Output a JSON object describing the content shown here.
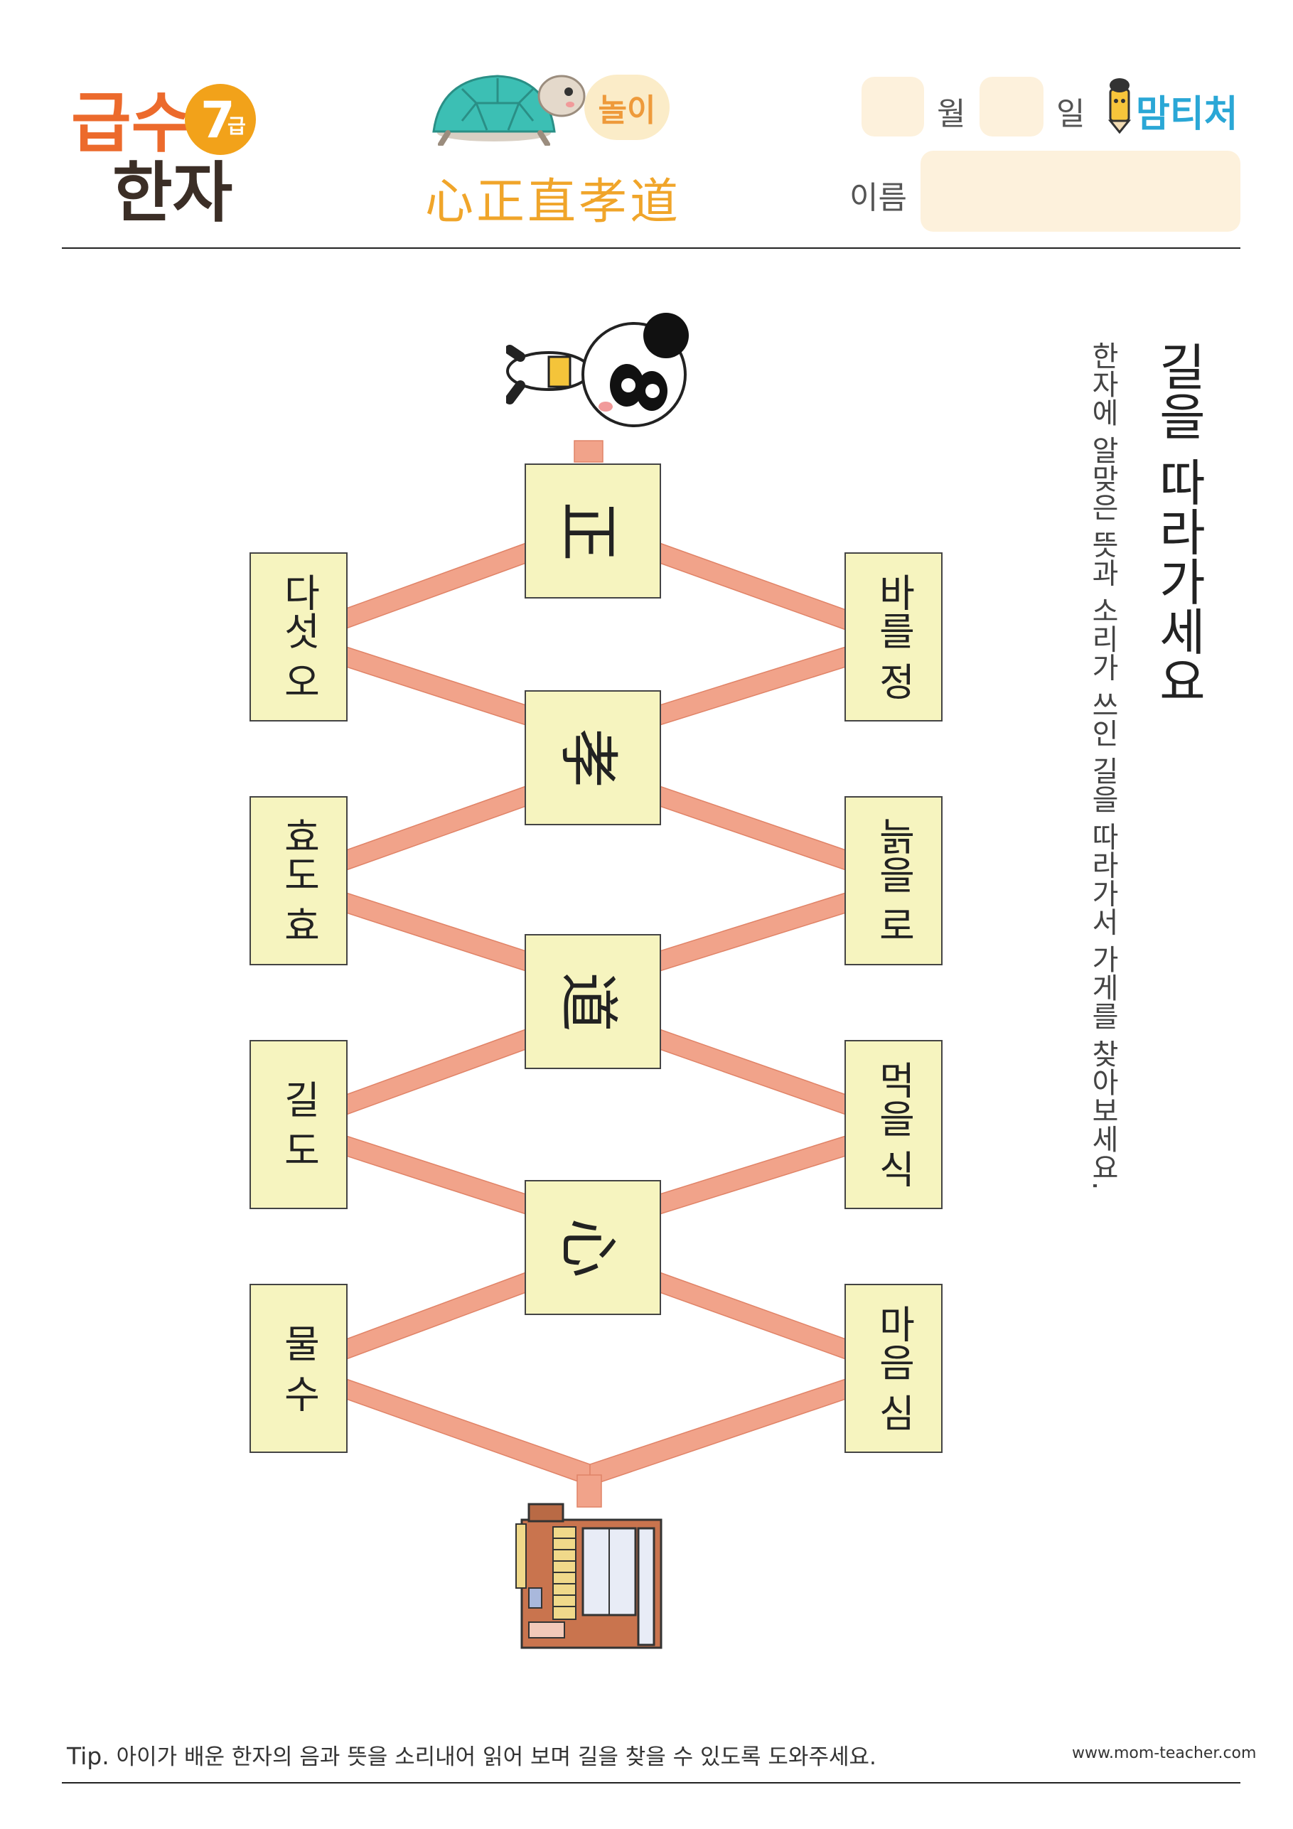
{
  "header": {
    "logo_line1": "급수",
    "logo_line2": "한자",
    "logo_badge_num": "7",
    "logo_badge_suffix": "급",
    "play_label": "놀이",
    "hanja_title": "心正直孝道",
    "month_label": "월",
    "day_label": "일",
    "name_label": "이름",
    "brand": "맘티처"
  },
  "instructions": {
    "title": "길을 따라가세요",
    "subtitle": "한자에 알맞은 뜻과 소리가 쓰인 길을 따라가서 가게를 찾아보세요."
  },
  "maze": {
    "center": [
      "正",
      "孝",
      "道",
      "心"
    ],
    "left": [
      "다섯 오",
      "효도 효",
      "길 도",
      "물 수"
    ],
    "right": [
      "바를 정",
      "늙을 로",
      "먹을 식",
      "마음 심"
    ]
  },
  "footer": {
    "tip_label": "Tip.",
    "tip_text": "아이가 배운 한자의 음과 뜻을 소리내어 읽어 보며 길을 찾을 수 있도록 도와주세요.",
    "url": "www.mom-teacher.com"
  },
  "colors": {
    "path": "#f1a38a",
    "box_fill": "#f6f4bf",
    "accent": "#f0a52a"
  }
}
